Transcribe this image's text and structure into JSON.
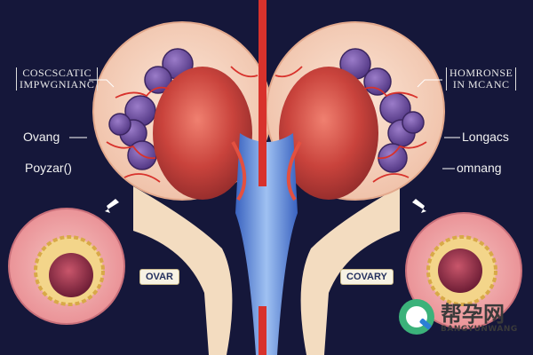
{
  "labels": {
    "top_left": [
      "COSCSCATIC",
      "IMPWGNIANC"
    ],
    "top_right": [
      "HOMRONSE",
      "IN MCANC"
    ],
    "mid_left": "Ovang",
    "lower_left": "Poyzar()",
    "mid_right": "Longacs",
    "lower_right": "omnang"
  },
  "tags": {
    "left": "OVAR",
    "right": "COVARY"
  },
  "watermark": {
    "chinese": "帮孕网",
    "latin": "BANGYUNWANG"
  },
  "colors": {
    "background": "#15173a",
    "tissue": "#f4d4c2",
    "ovary_red": "#c9433c",
    "follicle_purple": "#6a4a9a",
    "vessel_blue": "#4e7fd6",
    "vessel_red": "#d8322c"
  }
}
